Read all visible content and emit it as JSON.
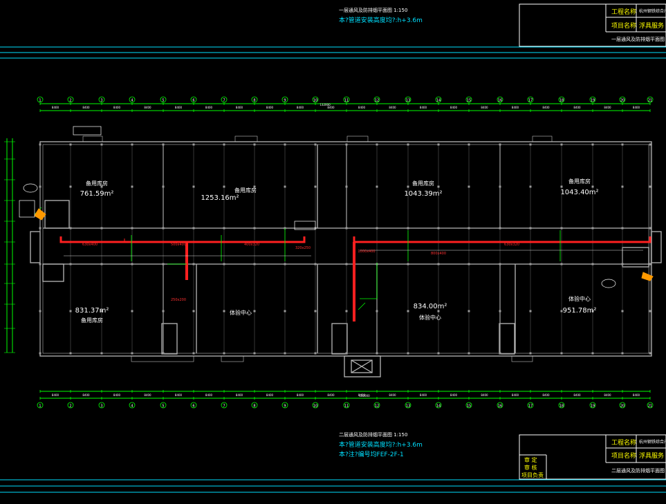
{
  "title_block_top": {
    "row1_label": "工程名称",
    "row2_label": "项目名称",
    "row1_value": "杭州钢铁综合产业园",
    "row2_value": "浮具服务",
    "drawing_name": "一层通风及防排烟平面图"
  },
  "top_notes": {
    "title": "一层通风及防排烟平面图 1:150",
    "note1": "本?管道安装高度均?:h+3.6m"
  },
  "bottom_notes": {
    "title": "二层通风及防排烟平面图 1:150",
    "note1": "本?管道安装高度均?:h+3.6m",
    "note2": "本?注?编号均FEF-2F-1"
  },
  "title_block_bottom": {
    "row1_label": "工程名称",
    "row2_label": "项目名称",
    "row1_value": "杭州钢铁综合产业园",
    "row2_value": "浮具服务",
    "drawing_name": "二层通风及防排烟平面图",
    "sign1": "审 定",
    "sign2": "审 核",
    "sign3": "项目负责"
  },
  "grid_axis": {
    "labels": [
      "1",
      "2",
      "3",
      "4",
      "5",
      "6",
      "7",
      "8",
      "9",
      "10",
      "11",
      "12",
      "13",
      "14",
      "15",
      "16",
      "17",
      "18",
      "19",
      "20",
      "21"
    ],
    "total_top": "132000",
    "total_bottom": "132000",
    "span": "8400"
  },
  "rooms": [
    {
      "name": "备用库房",
      "area": "761.59m²"
    },
    {
      "name": "备用库房",
      "area": "1253.16m²"
    },
    {
      "name": "备用库房",
      "area": "1043.39m²"
    },
    {
      "name": "备用库房",
      "area": "1043.40m²"
    },
    {
      "name": "备用库房",
      "area": "831.37m²"
    },
    {
      "name": "体验中心",
      "area": ""
    },
    {
      "name": "体验中心",
      "area": "834.00m²"
    },
    {
      "name": "体验中心",
      "area": "951.78m²"
    }
  ],
  "duct": {
    "labels": [
      "630x400",
      "500x400",
      "400x320",
      "320x250",
      "250x200",
      "1000x400",
      "800x400",
      "630x320"
    ]
  },
  "colors": {
    "background": "#000000",
    "wall": "#b8b8b8",
    "axis": "#00ff00",
    "duct": "#ff2020",
    "frame": "#00e0ff",
    "note_yellow": "#ffff00",
    "note_cyan": "#00e0ff"
  }
}
